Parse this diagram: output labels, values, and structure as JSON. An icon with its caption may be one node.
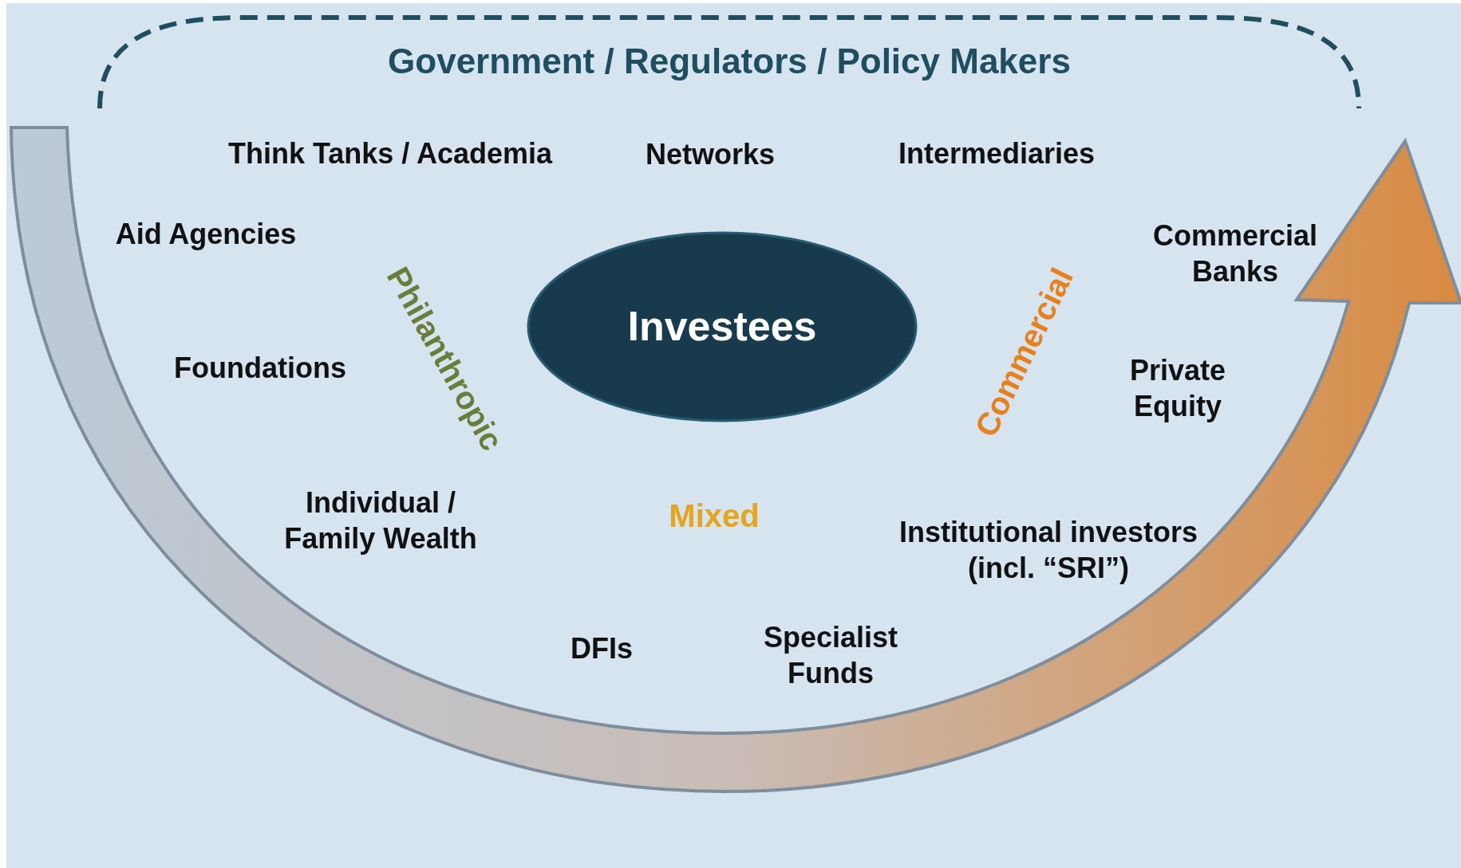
{
  "diagram": {
    "nodes": [
      {
        "text": [
          "Government / Regulators / Policy Makers"
        ]
      },
      {
        "text": [
          "Investees"
        ]
      }
    ],
    "labels": [
      "Think Tanks / Academia",
      "Networks",
      "Intermediaries",
      "Aid Agencies",
      "Commercial Banks",
      "Philanthropic",
      "Commercial",
      "Foundations",
      "Private Equity",
      "Individual / Family Wealth",
      "Mixed",
      "Institutional investors (incl. “SRI”)",
      "DFIs",
      "Specialist Funds"
    ]
  }
}
